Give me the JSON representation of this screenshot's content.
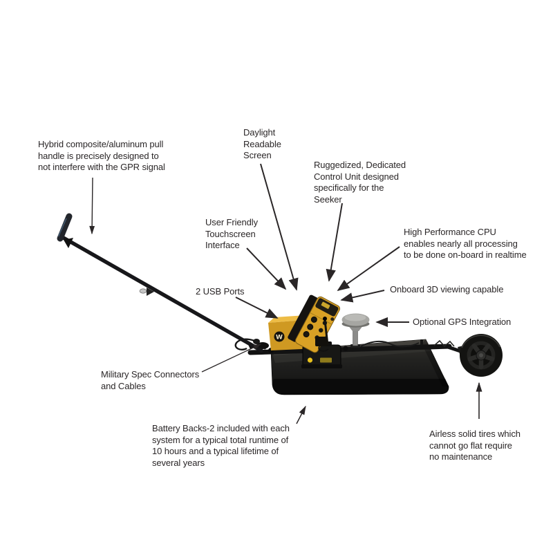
{
  "figure": {
    "subject": "Seeker GPR cart annotated product diagram",
    "background": "#ffffff",
    "ink": "#2a2627"
  },
  "annotations": {
    "pull_handle": {
      "text": "Hybrid composite/aluminum pull\nhandle is precisely designed to\nnot interfere with the GPR signal"
    },
    "daylight_screen": {
      "text": "Daylight\nReadable\nScreen"
    },
    "control_unit": {
      "text": "Ruggedized, Dedicated\nControl Unit designed\nspecifically for the\nSeeker"
    },
    "touchscreen": {
      "text": "User Friendly\nTouchscreen\nInterface"
    },
    "cpu": {
      "text": "High Performance CPU\nenables nearly all processing\nto be done on-board in realtime"
    },
    "usb": {
      "text": "2 USB Ports"
    },
    "viewing_3d": {
      "text": "Onboard 3D viewing capable"
    },
    "gps": {
      "text": "Optional GPS Integration"
    },
    "connectors": {
      "text": "Military Spec Connectors\nand Cables"
    },
    "battery": {
      "text": "Battery Backs-2 included with each\nsystem for a typical total runtime of\n10 hours and a typical lifetime of\nseveral years"
    },
    "tires": {
      "text": "Airless solid tires which\ncannot go flat require\nno maintenance"
    }
  },
  "device": {
    "colors": {
      "body_yellow": "#d9a125",
      "body_yellow_light": "#edbc45",
      "sled_black": "#1c1c1a",
      "gps_grey": "#a6a6a2",
      "battery_dot_yellow": "#e8c11c",
      "grip_sheen_blue": "#47637d",
      "tire_black": "#131311"
    }
  }
}
